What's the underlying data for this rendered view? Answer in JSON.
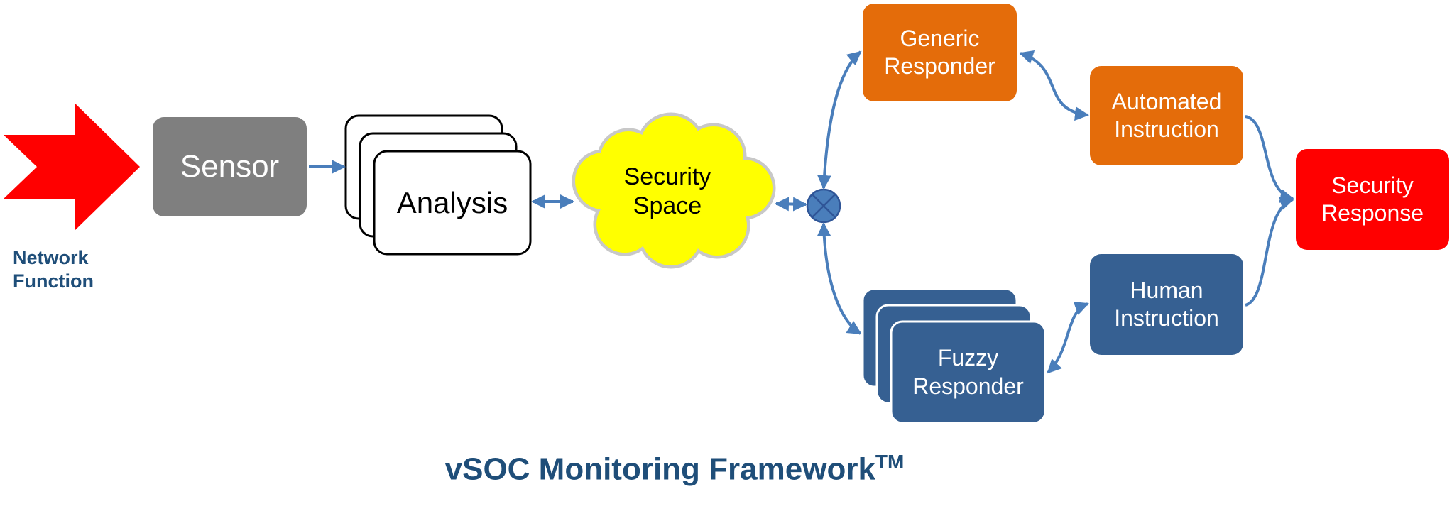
{
  "diagram": {
    "source_label": [
      "Network",
      "Function"
    ],
    "sensor": {
      "label": "Sensor"
    },
    "analysis": {
      "label": "Analysis"
    },
    "security_space": {
      "label": [
        "Security",
        "Space"
      ]
    },
    "generic_responder": {
      "label": [
        "Generic",
        "Responder"
      ]
    },
    "automated_instruction": {
      "label": [
        "Automated",
        "Instruction"
      ]
    },
    "fuzzy_responder": {
      "label": [
        "Fuzzy",
        "Responder"
      ]
    },
    "human_instruction": {
      "label": [
        "Human",
        "Instruction"
      ]
    },
    "security_response": {
      "label": [
        "Security",
        "Response"
      ]
    },
    "footer": {
      "title": "vSOC Monitoring Framework",
      "trademark": "TM"
    }
  },
  "colors": {
    "network_arrow": "#ff0000",
    "sensor": "#7f7f7f",
    "analysis_fill": "#ffffff",
    "analysis_border": "#000000",
    "security_space": "#ffff00",
    "automated": "#e46c0a",
    "human": "#366092",
    "security_response": "#ff0000",
    "connector": "#4a7ebb",
    "navy_text": "#1f4e79"
  }
}
